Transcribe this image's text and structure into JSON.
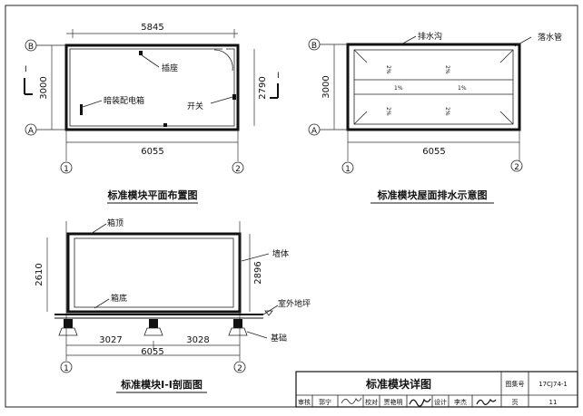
{
  "plan": {
    "top_dim": "5845",
    "bottom_dim": "6055",
    "left_dim": "3000",
    "right_dim": "2790",
    "axis_b": "B",
    "axis_a": "A",
    "axis_1": "1",
    "axis_2": "2",
    "section_mark": "I",
    "socket_label": "插座",
    "panel_label": "暗装配电箱",
    "switch_label": "开关",
    "title": "标准模块平面布置图"
  },
  "roof": {
    "gutter_label": "排水沟",
    "downpipe_label": "落水管",
    "left_dim": "3000",
    "bottom_dim": "6055",
    "axis_b": "B",
    "axis_a": "A",
    "axis_1": "1",
    "axis_2": "2",
    "slope_small": "1%",
    "slope_side": "2%",
    "title": "标准模块屋面排水示意图"
  },
  "section": {
    "top_label": "箱顶",
    "bottom_label": "箱底",
    "wall_label": "墙体",
    "ground_label": "室外地坪",
    "foundation_label": "基础",
    "left_dim": "2610",
    "right_dim": "2896",
    "dim_left_half": "3027",
    "dim_right_half": "3028",
    "total_dim": "6055",
    "axis_1": "1",
    "axis_2": "2",
    "title": "标准模块I-I剖面图"
  },
  "titleblock": {
    "drawing_title": "标准模块详图",
    "atlas_label": "图集号",
    "atlas_no": "17CJ74-1",
    "review_label": "审核",
    "reviewer": "郭宁",
    "check_label": "校对",
    "checker": "贾艳明",
    "design_label": "设计",
    "designer": "李杰",
    "page_label": "页",
    "page_no": "11"
  }
}
